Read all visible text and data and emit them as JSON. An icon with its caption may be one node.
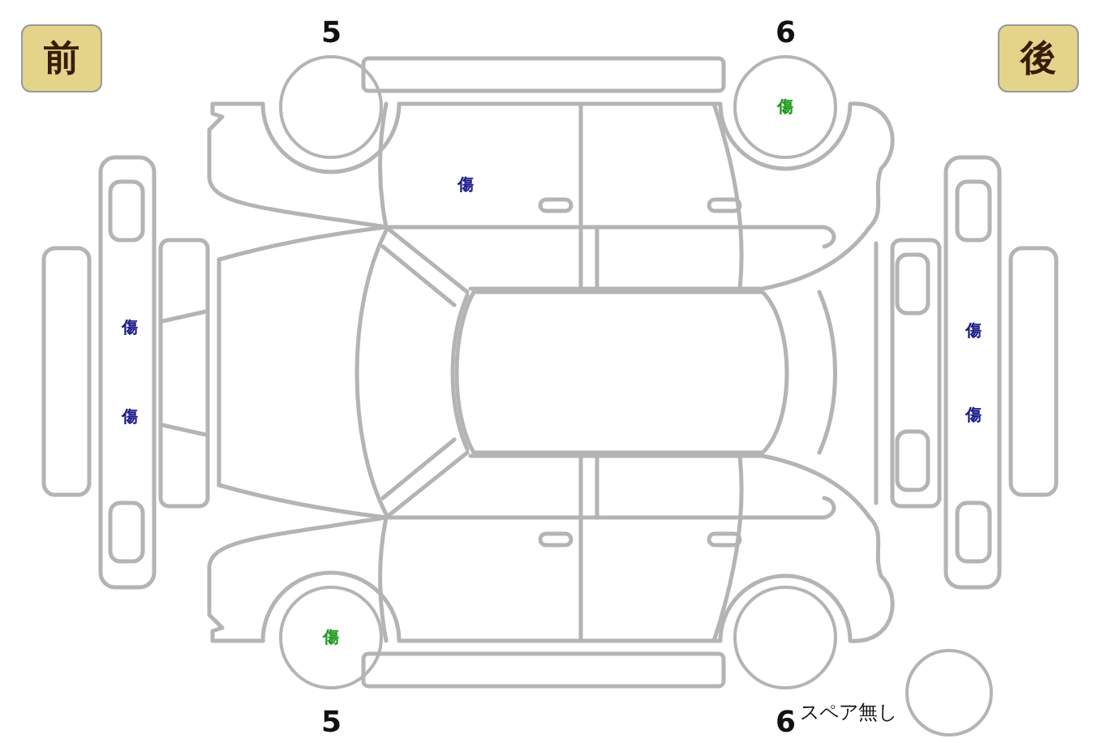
{
  "diagram": {
    "nodes": [
      {
        "text": [
          "前"
        ]
      },
      {
        "text": [
          "後"
        ]
      },
      {
        "text": [],
        "shape": "circle",
        "beside": [
          "5"
        ]
      },
      {
        "text": [
          "傷"
        ],
        "beside": [
          "6"
        ]
      },
      {
        "text": [
          "傷"
        ],
        "beside": [
          "5"
        ]
      },
      {
        "text": [],
        "shape": "circle",
        "beside": [
          "6"
        ]
      },
      {
        "text": [],
        "shape": "circle",
        "beside": [
          "スペア無し"
        ]
      }
    ],
    "labels": [
      "傷",
      "傷",
      "傷",
      "傷",
      "傷"
    ]
  }
}
